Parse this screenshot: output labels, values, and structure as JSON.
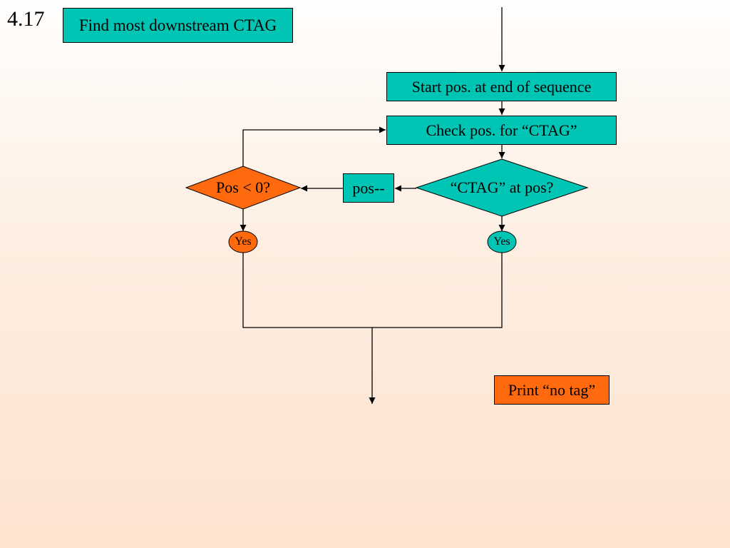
{
  "slide": {
    "number": "4.17"
  },
  "diagram": {
    "title": "Find most downstream CTAG",
    "steps": {
      "start": "Start pos. at end of sequence",
      "check": "Check pos. for “CTAG”",
      "ctag_decision": "“CTAG” at pos?",
      "decrement": "pos--",
      "zero_decision": "Pos < 0?",
      "yes_left": "Yes",
      "yes_right": "Yes",
      "print": "Print “no tag”"
    },
    "colors": {
      "teal": "#00c5b5",
      "orange": "#ff6a0e",
      "background_top": "#fffefd",
      "background_bottom": "#fde3d0"
    }
  }
}
